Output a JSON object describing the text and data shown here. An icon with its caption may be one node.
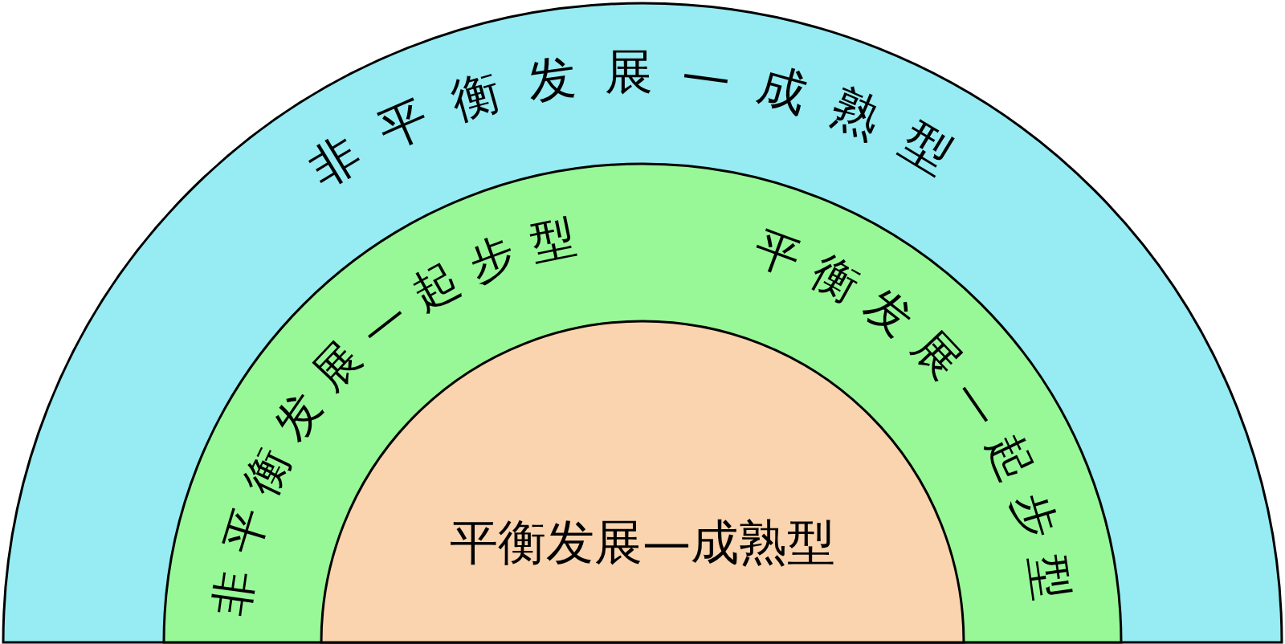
{
  "diagram": {
    "nodes": [
      {
        "text": [
          "非平衡发展—成熟型"
        ]
      },
      {
        "text": [
          "非平衡发展—起步型",
          "平衡发展—起步型"
        ],
        "in": 0
      },
      {
        "text": [
          "平衡发展—成熟型"
        ],
        "in": 1
      }
    ]
  }
}
